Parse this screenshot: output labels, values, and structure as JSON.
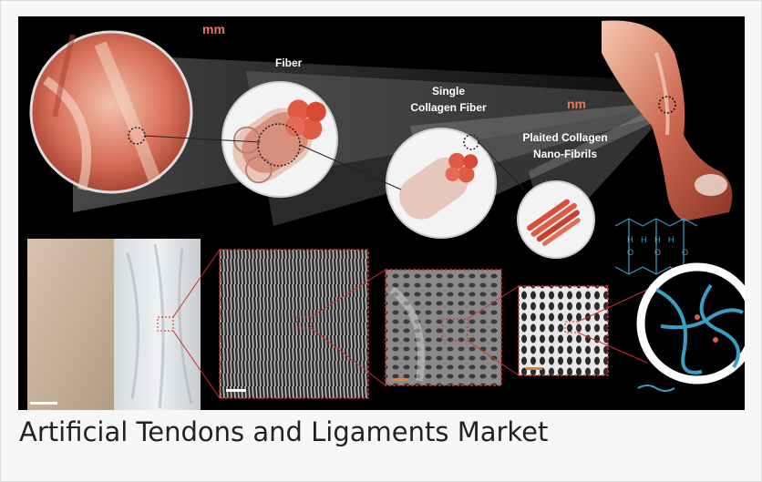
{
  "caption": "Artificial Tendons and Ligaments Market",
  "image": {
    "scale_mm": "mm",
    "scale_nm": "nm",
    "label_fiber": "Fiber",
    "label_single_fiber": "Single\nCollagen Fiber",
    "label_plaited": "Plaited Collagen\nNano-Fibrils",
    "colors": {
      "muscle": "#d9705a",
      "fiber_core": "#e0523f",
      "background": "#000000",
      "sem_border": "#c8322a",
      "polymer_blue": "#3a9fc4"
    }
  }
}
